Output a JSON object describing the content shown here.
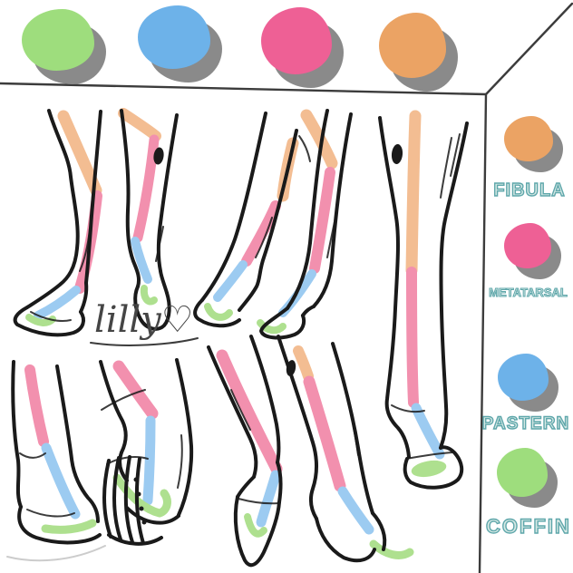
{
  "palette": {
    "coffin": "#9edd7d",
    "pastern": "#6db2e9",
    "metatarsal": "#ee6095",
    "fibula": "#eba364",
    "stripe_coffin": "#aee08f",
    "stripe_pastern": "#9ccbf1",
    "stripe_metatarsal": "#f290ae",
    "stripe_fibula": "#f3bd92",
    "shadow": "#8a8a8a",
    "label_fill": "#d6e9e5",
    "label_stroke": "#5fa7ab",
    "ink": "#1a1a1a"
  },
  "legend_top": {
    "swatches": [
      {
        "name": "coffin-swatch",
        "color": "#9edd7d"
      },
      {
        "name": "pastern-swatch",
        "color": "#6db2e9"
      },
      {
        "name": "metatarsal-swatch",
        "color": "#ee6095"
      },
      {
        "name": "fibula-swatch",
        "color": "#eba364"
      }
    ]
  },
  "legend_right": {
    "items": [
      {
        "label": "FIBULA",
        "color": "#eba364"
      },
      {
        "label": "METATARSAL",
        "color": "#ee6095"
      },
      {
        "label": "PASTERN",
        "color": "#6db2e9"
      },
      {
        "label": "COFFIN",
        "color": "#9edd7d"
      }
    ]
  },
  "signature": "lilly♡"
}
